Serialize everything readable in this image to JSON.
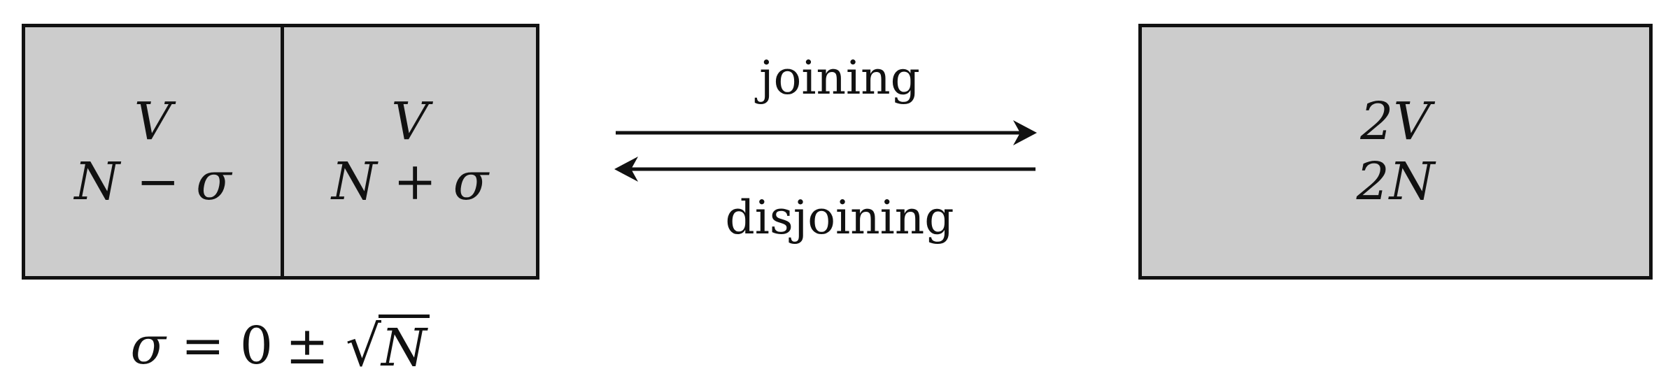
{
  "left_system": {
    "left_half": {
      "volume": "V",
      "particles_symbol": "N",
      "operator": "−",
      "deviation_symbol": "σ"
    },
    "right_half": {
      "volume": "V",
      "particles_symbol": "N",
      "operator": "+",
      "deviation_symbol": "σ"
    }
  },
  "right_system": {
    "volume": "2V",
    "particles": "2N"
  },
  "process": {
    "forward_label": "joining",
    "reverse_label": "disjoining"
  },
  "fluctuation": {
    "symbol": "σ",
    "equals": "=",
    "mean": "0",
    "pm": "±",
    "radical": "√",
    "radicand": "N"
  },
  "colors": {
    "box_fill": "#cccccc",
    "stroke": "#111111",
    "background": "#ffffff"
  }
}
